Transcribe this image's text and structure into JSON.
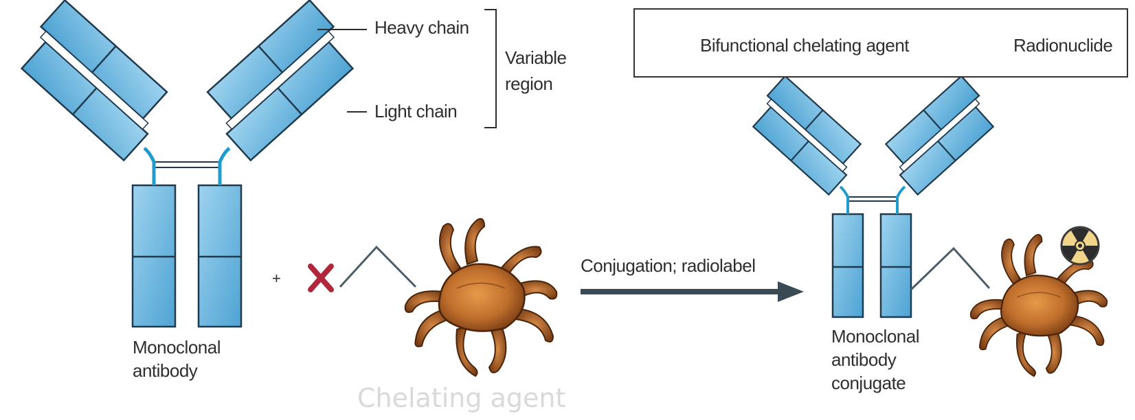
{
  "labels": {
    "heavy_chain": "Heavy chain",
    "light_chain": "Light chain",
    "variable_region_line1": "Variable",
    "variable_region_line2": "region",
    "monoclonal_antibody_line1": "Monoclonal",
    "monoclonal_antibody_line2": "antibody",
    "plus_sign": "+",
    "conjugation": "Conjugation; radiolabel",
    "conjugate_line1": "Monoclonal",
    "conjugate_line2": "antibody",
    "conjugate_line3": "conjugate"
  },
  "legend": {
    "chelating_agent": "Bifunctional chelating agent",
    "radionuclide": "Radionuclide"
  },
  "watermark": "Chelating agent",
  "colors": {
    "antibody_fill": "#6fb6dd",
    "antibody_stroke": "#1f3a4c",
    "hinge": "#1f9ccd",
    "arrow": "#3a4a55",
    "cross": "#b0263a",
    "crab": "#b86a2c",
    "radionuclide": "#e0b24a"
  }
}
